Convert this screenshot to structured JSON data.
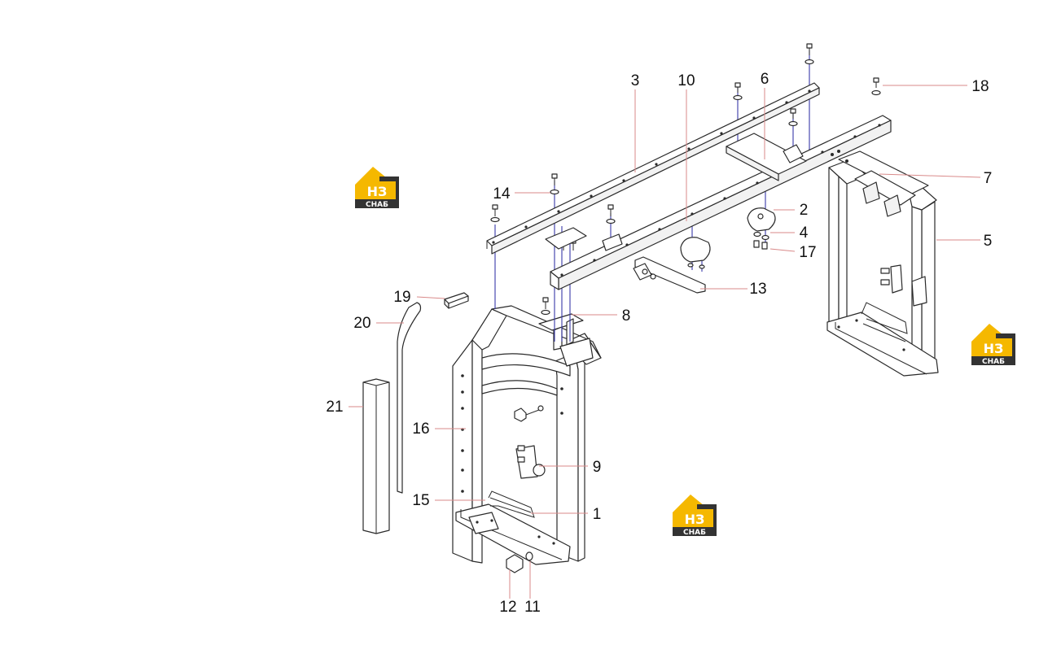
{
  "logo": {
    "letters": "НЗ",
    "caption": "СНАБ",
    "color_yellow": "#f5b800",
    "color_dark": "#333333"
  },
  "callouts": [
    "1",
    "2",
    "3",
    "4",
    "5",
    "6",
    "7",
    "8",
    "9",
    "10",
    "11",
    "12",
    "13",
    "14",
    "15",
    "16",
    "17",
    "18",
    "19",
    "20",
    "21"
  ],
  "colors": {
    "leader": "#d98a8a",
    "axis": "#3a3aa8",
    "line": "#2a2a2a"
  }
}
